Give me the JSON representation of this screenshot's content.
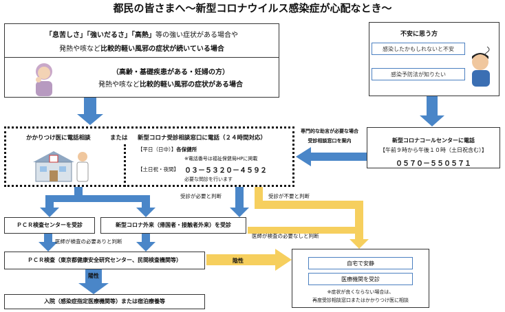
{
  "title": "都民の皆さまへ～新型コロナウイルス感染症が心配なとき～",
  "severe": {
    "line1_a": "「息苦しさ」「強いだるさ」「高熱」",
    "line1_b": "等の強い症状がある場合や",
    "line2_a": "発熱や咳など",
    "line2_b": "比較的軽い風邪の症状が続いている場合"
  },
  "risk": {
    "line1": "（高齢・基礎疾患がある・妊婦の方）",
    "line2_a": "発熱や咳など",
    "line2_b": "比較的軽い風邪の症状がある場合"
  },
  "anxious": {
    "title": "不安に思う方",
    "items": [
      "感染したかもしれないと不安",
      "感染予防法が知りたい"
    ]
  },
  "call_center": {
    "title": "新型コロナコールセンターに電話",
    "hours": "【午前９時から午後１０時（土日祝含む）】",
    "phone": "０５７０－５５０５７１",
    "label_line1": "専門的な助言が必要な場合",
    "label_line2": "受診相談窓口を案内"
  },
  "consult": {
    "gp": "かかりつけ医に電話相談",
    "or": "または",
    "center_title": "新型コロナ受診相談窓口に電話（２４時間対応）",
    "weekday": "【平日（日中）】",
    "weekday_target": "各保健所",
    "note": "※電話番号は福祉保健局HPに掲載",
    "holiday": "【土日祝・夜間】",
    "holiday_phone": "０３－５３２０－４５９２",
    "holiday_note": "必要な問診を行います"
  },
  "labels": {
    "exam_needed": "受診が必要と判断",
    "exam_unneeded": "受診が不要と判断",
    "doctor_pcr": "医師が検査の必要ありと判断",
    "doctor_no_pcr": "医師が検査の必要なしと判断",
    "positive": "陽性",
    "negative": "陰性"
  },
  "pcr_center": "ＰＣＲ検査センターを受診",
  "outpatient": "新型コロナ外来（帰国者・接触者外来）を受診",
  "pcr_test": "ＰＣＲ検査（東京都健康安全研究センター、民間検査機関等）",
  "hospital": "入院（感染症指定医療機関等）または宿泊療養等",
  "home": {
    "rest": "自宅で安静",
    "visit": "医療機関を受診",
    "note1": "※症状が良くならない場合は、",
    "note2": "再度受診相談窓口またはかかりつけ医に相談"
  }
}
